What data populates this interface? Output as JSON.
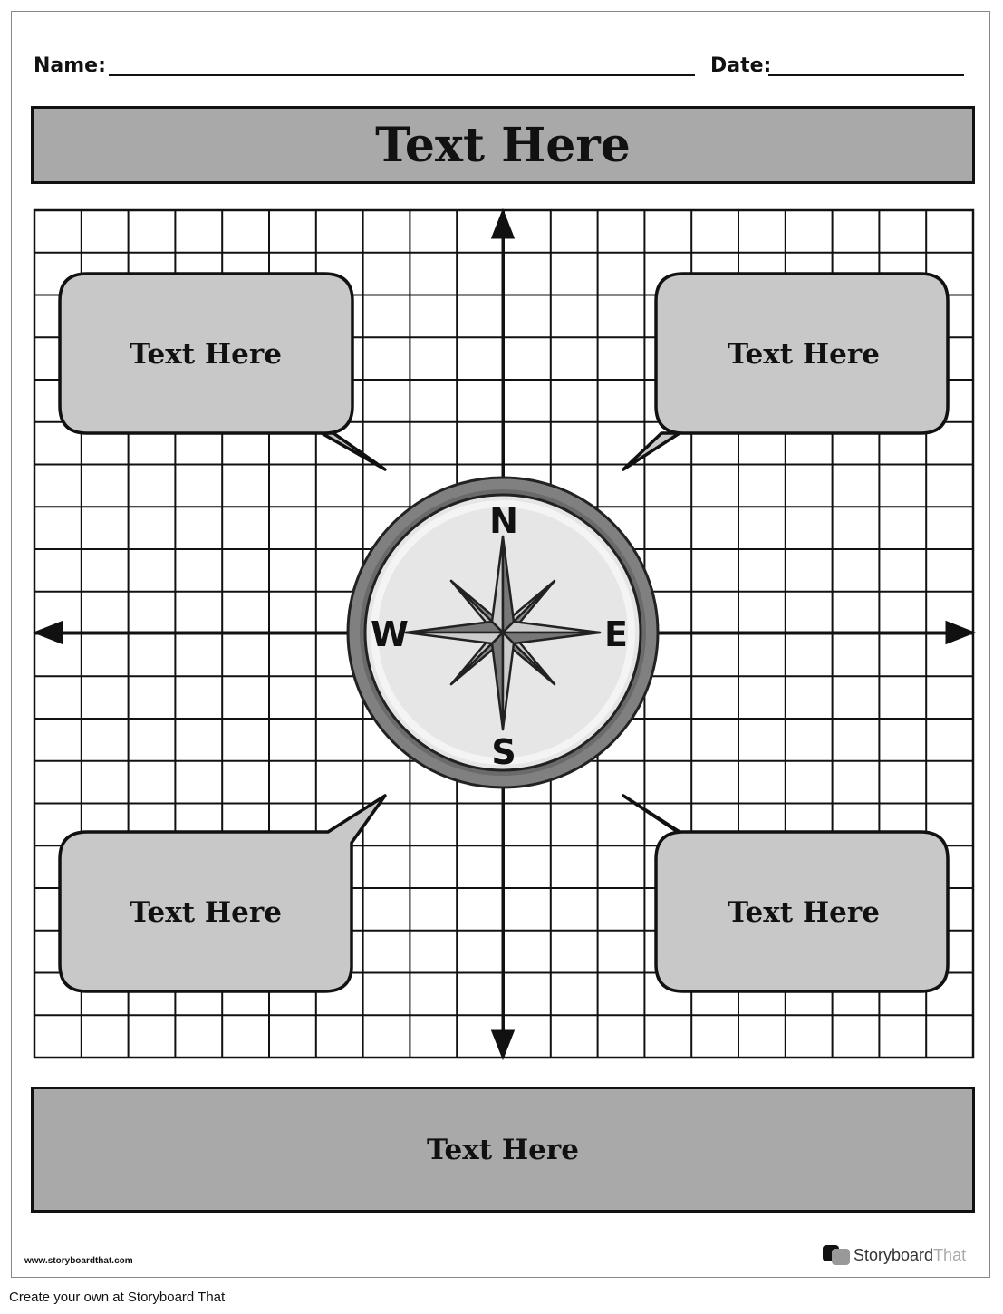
{
  "header": {
    "name_label": "Name:",
    "date_label": "Date:"
  },
  "title": "Text Here",
  "bubbles": [
    "Text Here",
    "Text Here",
    "Text Here",
    "Text Here"
  ],
  "compass": {
    "north": "N",
    "south": "S",
    "east": "E",
    "west": "W"
  },
  "bottom_box": "Text Here",
  "footer": {
    "website": "www.storyboardthat.com",
    "logo_main": "Storyboard",
    "logo_accent": "That",
    "cta": "Create your own at Storyboard That"
  }
}
